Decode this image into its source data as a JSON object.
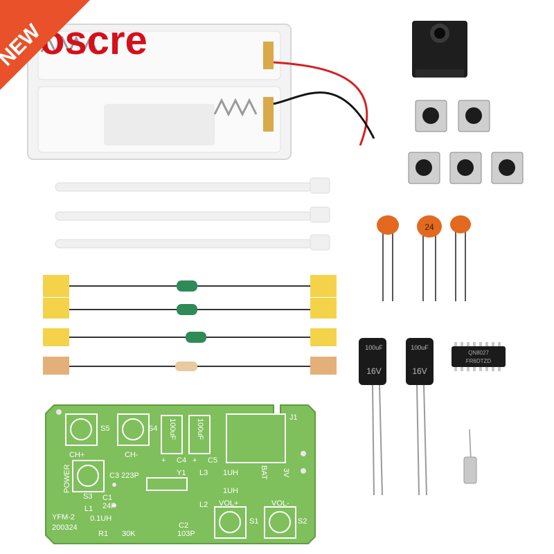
{
  "badge": {
    "text": "NEW",
    "color": "#e8512a"
  },
  "watermark": {
    "text": "oscre",
    "color": "#d4101b"
  },
  "ic": {
    "line1": "QN8027",
    "line2": "FR6DTZD"
  },
  "ceramic_cap_label": "24",
  "electrolytic": {
    "text1": "100uF",
    "text2": "16V"
  },
  "pcb": {
    "color": "#7fbf5c",
    "labels": {
      "s5": "S5",
      "s4": "S4",
      "ch_plus": "CH+",
      "ch_minus": "CH-",
      "power": "POWER",
      "s3": "S3",
      "c3": "C3 223P",
      "c1": "C1",
      "c1_value": "24P",
      "l1": "L1",
      "l1_value": "0.1UH",
      "r1": "R1",
      "r1_value": "30K",
      "y1": "Y1",
      "l3": "L3",
      "l3_value": "1UH",
      "l2": "L2",
      "l2_value": "1UH",
      "c4": "C4",
      "c5": "C5",
      "c4_value": "100uF",
      "c5_value": "100uF",
      "plus": "+",
      "c2": "C2",
      "c2_value": "103P",
      "j1": "J1",
      "bat": "BAT",
      "three_v": "3V",
      "vol_plus": "VOL+",
      "vol_minus": "VOL-",
      "s1": "S1",
      "s2": "S2",
      "model": "YFM-2",
      "date": "200324"
    }
  }
}
